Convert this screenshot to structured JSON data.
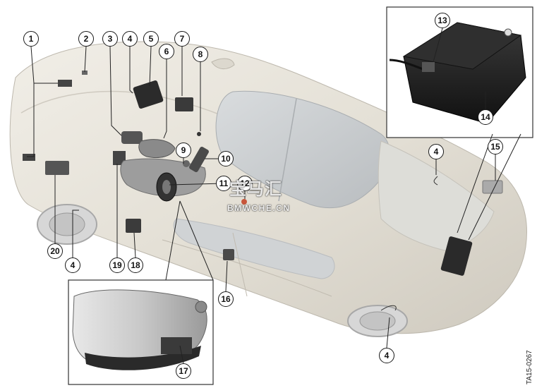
{
  "diagram": {
    "document_code": "TA15-0267",
    "callouts": [
      "1",
      "2",
      "3",
      "4",
      "5",
      "6",
      "7",
      "8",
      "9",
      "10",
      "11",
      "12",
      "13",
      "14",
      "15",
      "16",
      "17",
      "18",
      "19",
      "20"
    ],
    "callout_4_repeats": [
      "4",
      "4",
      "4",
      "4"
    ],
    "watermark": {
      "title": "宝马汇",
      "subtitle": "BMWCHE.CN"
    }
  }
}
